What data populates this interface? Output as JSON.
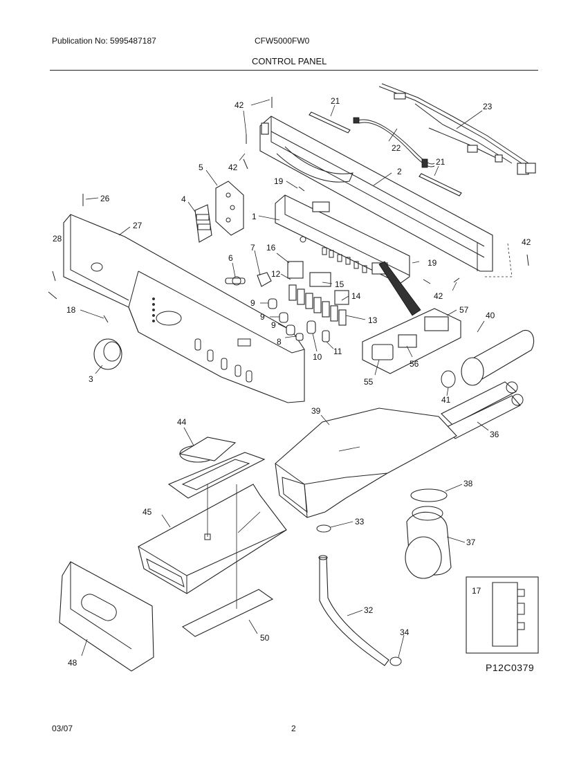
{
  "header": {
    "publication": "Publication No: 5995487187",
    "model": "CFW5000FW0",
    "title": "CONTROL PANEL"
  },
  "diagram": {
    "callouts": [
      "42",
      "21",
      "23",
      "22",
      "2",
      "21",
      "5",
      "42",
      "19",
      "4",
      "26",
      "27",
      "1",
      "42",
      "28",
      "7",
      "6",
      "16",
      "19",
      "12",
      "15",
      "42",
      "57",
      "40",
      "9",
      "14",
      "9",
      "13",
      "18",
      "9",
      "8",
      "10",
      "11",
      "3",
      "56",
      "55",
      "41",
      "39",
      "36",
      "44",
      "38",
      "45",
      "33",
      "37",
      "17",
      "32",
      "50",
      "34",
      "48"
    ],
    "figure_code": "P12C0379"
  },
  "footer": {
    "date": "03/07",
    "page": "2"
  }
}
